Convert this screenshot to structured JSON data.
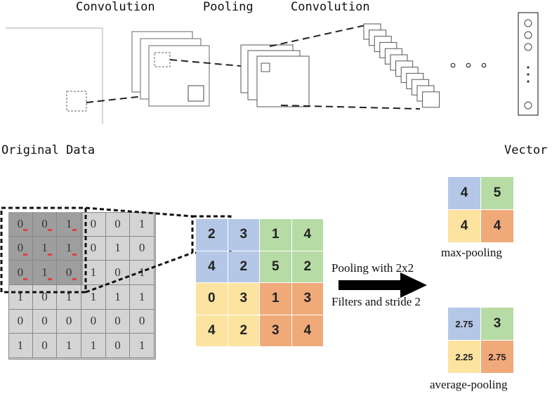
{
  "top": {
    "labels": {
      "conv1": "Convolution",
      "pool": "Pooling",
      "conv2": "Convolution",
      "original": "Original Data",
      "vector": "Vector"
    }
  },
  "input_matrix": {
    "rows": [
      [
        "0",
        "0",
        "1",
        "0",
        "0",
        "1"
      ],
      [
        "0",
        "1",
        "1",
        "0",
        "1",
        "0"
      ],
      [
        "0",
        "1",
        "0",
        "1",
        "0",
        "1"
      ],
      [
        "1",
        "0",
        "1",
        "1",
        "1",
        "1"
      ],
      [
        "0",
        "0",
        "0",
        "0",
        "0",
        "0"
      ],
      [
        "1",
        "0",
        "1",
        "1",
        "0",
        "1"
      ]
    ]
  },
  "feature_map": {
    "rows": [
      [
        "2",
        "3",
        "1",
        "4"
      ],
      [
        "4",
        "2",
        "5",
        "2"
      ],
      [
        "0",
        "3",
        "1",
        "3"
      ],
      [
        "4",
        "2",
        "3",
        "4"
      ]
    ]
  },
  "arrow": {
    "line1": "Pooling with 2x2",
    "line2": "Filters and stride 2"
  },
  "max_pooling": {
    "values": [
      [
        "4",
        "5"
      ],
      [
        "4",
        "4"
      ]
    ],
    "label": "max-pooling"
  },
  "average_pooling": {
    "values": [
      [
        "2.75",
        "3"
      ],
      [
        "2.25",
        "2.75"
      ]
    ],
    "label": "average-pooling"
  },
  "colors": {
    "blue": "#b4c7e7",
    "green": "#b7dba5",
    "yellow": "#fde3a0",
    "orange": "#f0a979",
    "grid_gray": "#d4d4d4",
    "dark_gray": "#9e9e9e"
  }
}
